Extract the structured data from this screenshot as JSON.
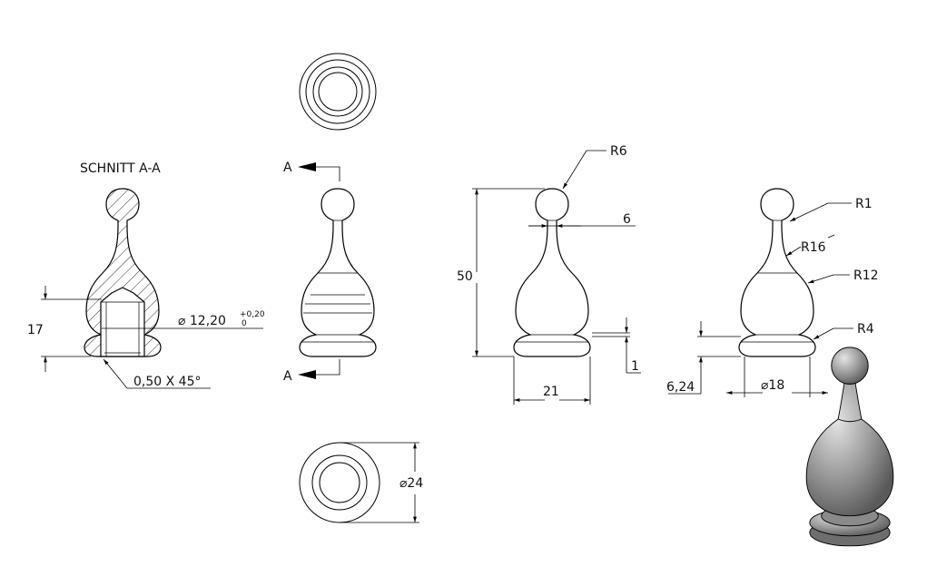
{
  "section": {
    "title": "SCHNITT A-A"
  },
  "labels": {
    "cut_top": "A",
    "cut_bottom": "A"
  },
  "dimensions": {
    "section_height": "17",
    "bore_diameter": "⌀ 12,20",
    "bore_tol_upper": "+0,20",
    "bore_tol_lower": "0",
    "chamfer": "0,50 X 45°",
    "head_radius": "R6",
    "overall_height": "50",
    "neck_height": "6",
    "base_width": "21",
    "base_step": "1",
    "r1": "R1",
    "r16": "R16",
    "r12": "R12",
    "r4": "R4",
    "base_height": "6,24",
    "base_diameter": "⌀18",
    "outer_diameter": "⌀24"
  }
}
